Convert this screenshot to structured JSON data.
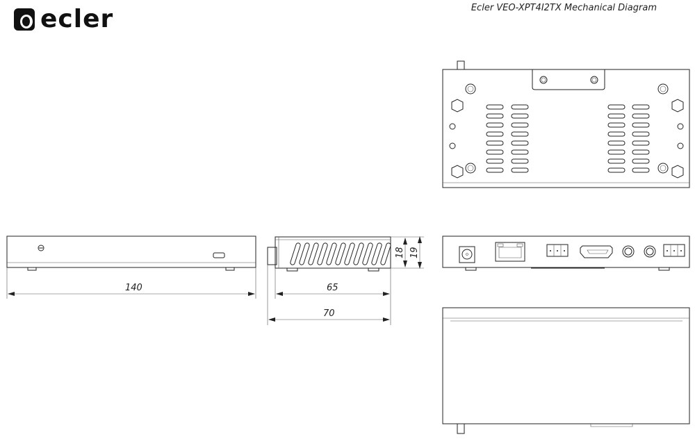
{
  "header": {
    "brand": "ecler",
    "title": "Ecler VEO-XPT4I2TX Mechanical Diagram"
  },
  "dimensions": {
    "length": "140",
    "depth_body": "65",
    "depth_total": "70",
    "height_body": "18",
    "height_total": "19"
  },
  "views": [
    "top-view",
    "front-view",
    "side-view",
    "rear-view",
    "bottom-view"
  ],
  "rear_connectors": [
    "dc-power-jack",
    "rj45-port",
    "terminal-block-3pin",
    "hdmi-port",
    "audio-jack",
    "audio-jack",
    "terminal-block-3pin"
  ]
}
